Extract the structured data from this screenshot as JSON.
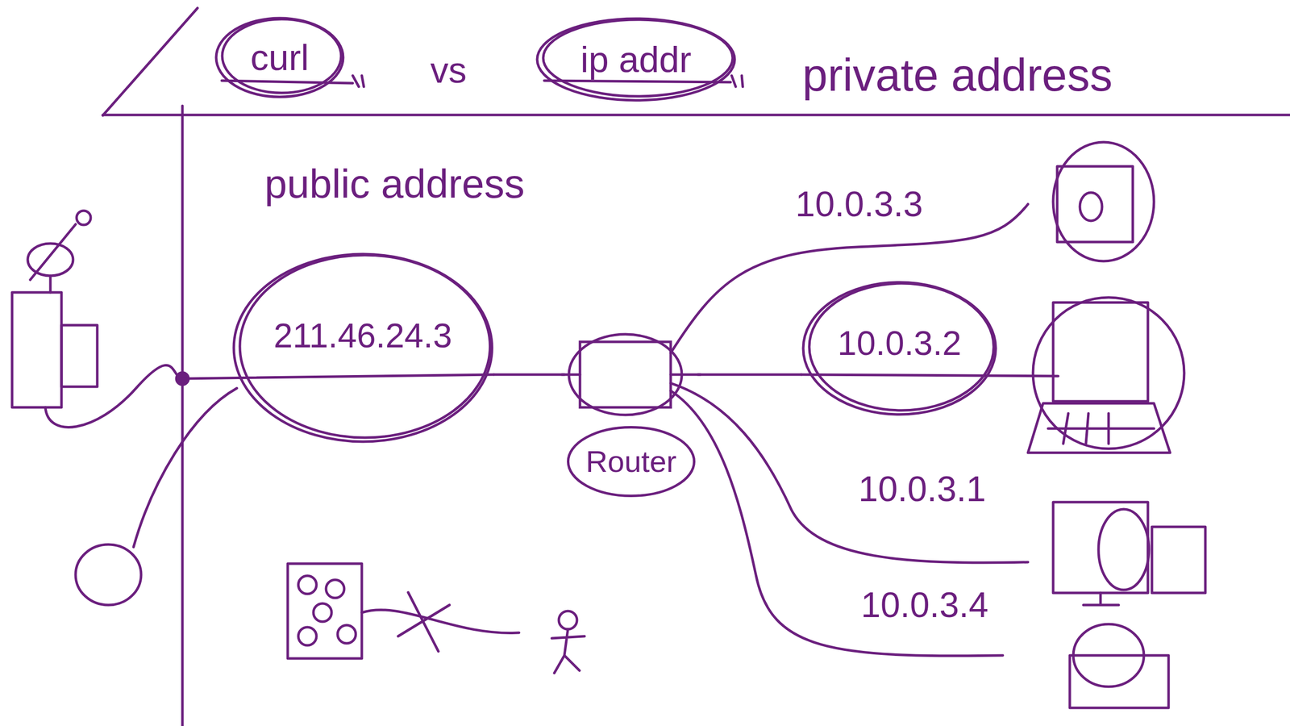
{
  "diagram": {
    "nodes": [
      {
        "text": [
          "curl"
        ]
      },
      {
        "text": [
          "ip addr"
        ]
      },
      {
        "text": [
          "211.46.24.3"
        ]
      },
      {
        "text": [
          "Router"
        ]
      },
      {
        "text": [
          "10.0.3.2"
        ]
      }
    ],
    "edges": [
      {
        "from": 2,
        "to": 3,
        "arrow": "none"
      },
      {
        "from": 3,
        "to": 4,
        "arrow": "none"
      }
    ],
    "labels": [
      "vs",
      "private address",
      "public address",
      "10.0.3.3",
      "10.0.3.1",
      "10.0.3.4"
    ]
  }
}
